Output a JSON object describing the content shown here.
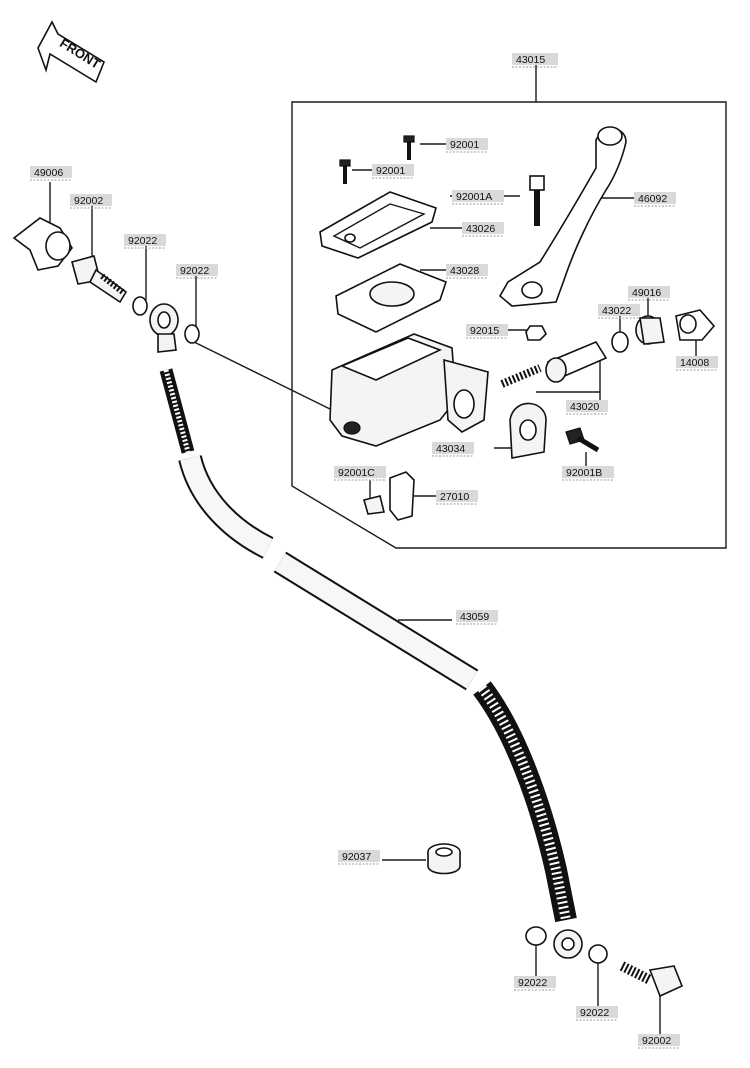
{
  "front_badge": {
    "text": "FRONT"
  },
  "labels": {
    "l43015": "43015",
    "l92001_a": "92001",
    "l92001_b": "92001",
    "l92001A": "92001A",
    "l46092": "46092",
    "l43026": "43026",
    "l43028": "43028",
    "l49016": "49016",
    "l43022": "43022",
    "l92015": "92015",
    "l14008": "14008",
    "l43020": "43020",
    "l43034": "43034",
    "l92001B": "92001B",
    "l92001C": "92001C",
    "l27010": "27010",
    "l49006": "49006",
    "l92002_top": "92002",
    "l92022_a": "92022",
    "l92022_b": "92022",
    "l43059": "43059",
    "l92037": "92037",
    "l92022_c": "92022",
    "l92022_d": "92022",
    "l92002_bot": "92002"
  }
}
